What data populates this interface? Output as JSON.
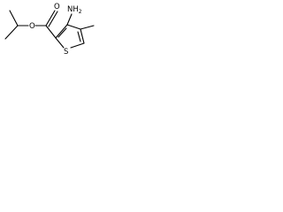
{
  "structure": {
    "atoms": {
      "amino": "NH",
      "amino_subscript": "2",
      "carbonyl_oxygen": "O",
      "ester_oxygen": "O",
      "ring_sulfur": "S"
    },
    "colors": {
      "bond": "#000000",
      "label": "#000000",
      "background": "#ffffff"
    }
  }
}
